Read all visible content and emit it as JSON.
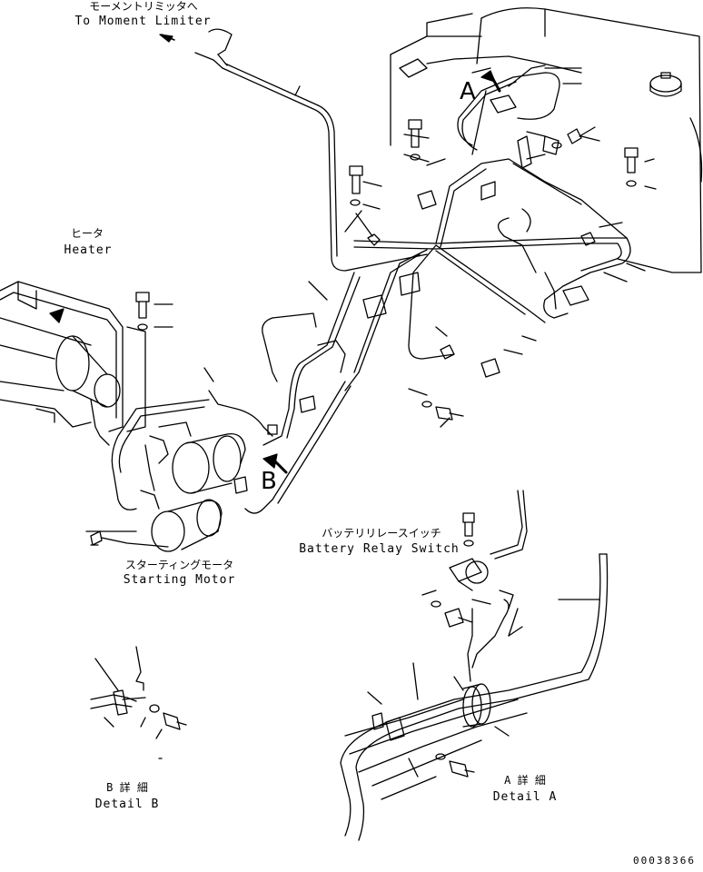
{
  "labels": {
    "moment_limiter_ja": "モーメントリミッタへ",
    "moment_limiter_en": "To Moment Limiter",
    "heater_ja": "ヒータ",
    "heater_en": "Heater",
    "battery_relay_ja": "バッテリリレースイッチ",
    "battery_relay_en": "Battery Relay Switch",
    "starting_motor_ja": "スターティングモータ",
    "starting_motor_en": "Starting Motor",
    "detail_b_ja": "B 詳 細",
    "detail_b_en": "Detail B",
    "detail_a_ja": "A 詳 細",
    "detail_a_en": "Detail A",
    "view_a": "A",
    "view_b": "B"
  },
  "document_number": "00038366"
}
